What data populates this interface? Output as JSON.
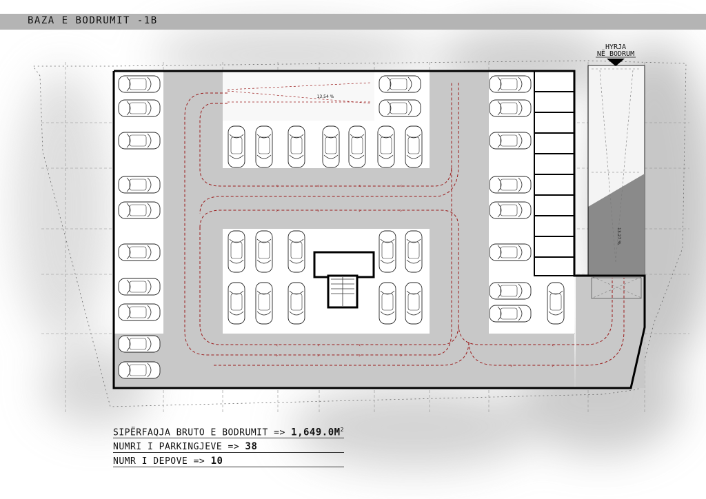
{
  "page": {
    "title": "BAZA E BODRUMIT -1B"
  },
  "labels": {
    "entrance_line1": "HYRJA",
    "entrance_line2": "NË BODRUM",
    "ramp_slope_1": "13.54 %",
    "ramp_slope_2": "13.27 %"
  },
  "stats": {
    "area_label": "SIPËRFAQJA BRUTO E BODRUMIT => ",
    "area_value": "1,649.0M",
    "area_unit_sup": "2",
    "parking_label": "NUMRI I PARKINGJEVE => ",
    "parking_value": "38",
    "storage_label": "NUMR I DEPOVE => ",
    "storage_value": "10"
  },
  "colors": {
    "driveway": "#c8c8c8",
    "wall": "#000000",
    "route": "#9a1a1a",
    "ramp": "#8a8a8a",
    "title_bar": "#b4b4b4"
  }
}
